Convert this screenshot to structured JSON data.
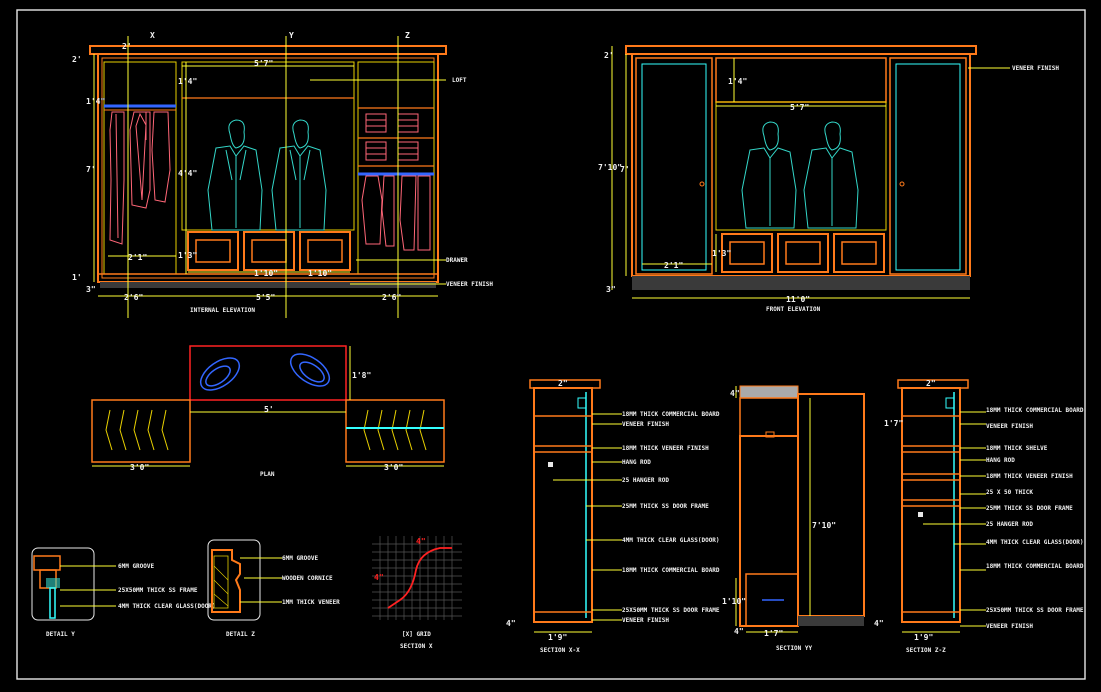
{
  "palette": {
    "background": "#000000",
    "frame": "#e8e8e8",
    "wood": "#ff7a1a",
    "dimension": "#ffff33",
    "suit": "#33d6c8",
    "glass": "#33ffff",
    "clothes": "#ff6677",
    "rod": "#3366ff",
    "plan_box": "#ff2222"
  },
  "left_elevation": {
    "title": "INTERNAL ELEVATION",
    "axis_x": "X",
    "axis_y": "Y",
    "axis_z": "Z",
    "labels": {
      "loft": "LOFT",
      "drawer": "DRAWER",
      "veneer": "VENEER FINISH"
    },
    "dims": {
      "top": "2'",
      "height_left": "7'",
      "cornice": "2'",
      "span_top": "5'7\"",
      "loft_height": "1'4\"",
      "mid_height": "4'4\"",
      "drawer_height": "1'3\"",
      "rod": "1'4\"",
      "hang_width": "2'1\"",
      "drawer_w1": "1'10\"",
      "drawer_w2": "1'10\"",
      "plinth": "1'",
      "base": "3\"",
      "bottom_left": "2'6\"",
      "bottom_mid": "5'5\"",
      "bottom_right": "2'6\""
    }
  },
  "front_elevation": {
    "title": "FRONT ELEVATION",
    "labels": {
      "veneer": "VENEER FINISH"
    },
    "dims": {
      "top": "2'",
      "total_height": "7'10\"",
      "height": "7'",
      "loft": "1'4\"",
      "span": "5'7\"",
      "drawer_height": "1'3\"",
      "shutter_w": "2'1\"",
      "base": "3\"",
      "total_width": "11'0\""
    }
  },
  "plan": {
    "title": "PLAN",
    "dims": {
      "depth": "1'8\"",
      "center": "5'",
      "left_w": "3'0\"",
      "right_w": "3'0\""
    }
  },
  "detail_y": {
    "title": "DETAIL Y",
    "labels": [
      "6MM GROOVE",
      "25X50MM THICK SS FRAME",
      "4MM THICK CLEAR GLASS(DOOR)"
    ]
  },
  "detail_z": {
    "title": "DETAIL Z",
    "labels": [
      "6MM GROOVE",
      "WOODEN CORNICE",
      "1MM THICK VENEER"
    ]
  },
  "section_x_detail": {
    "title": "SECTION X",
    "grid_note": "[X] GRID",
    "dims": {
      "a": "4\"",
      "b": "4\""
    }
  },
  "section_xx": {
    "title": "SECTION X-X",
    "labels": [
      "18MM THICK COMMERCIAL BOARD",
      "VENEER FINISH",
      "18MM THICK VENEER FINISH",
      "HANG ROD",
      "25 HANGER ROD",
      "25MM THICK SS DOOR FRAME",
      "4MM THICK CLEAR GLASS(DOOR)",
      "18MM THICK COMMERCIAL BOARD",
      "25X50MM THICK SS DOOR FRAME",
      "VENEER FINISH"
    ],
    "dims": {
      "top": "2\"",
      "bottom": "4\"",
      "width": "1'9\""
    }
  },
  "section_yy": {
    "title": "SECTION YY",
    "dims": {
      "top": "4\"",
      "height": "7'10\"",
      "drawer": "1'10\"",
      "base": "4\"",
      "width": "1'7\""
    }
  },
  "section_zz": {
    "title": "SECTION Z-Z",
    "labels": [
      "18MM THICK COMMERCIAL BOARD",
      "VENEER FINISH",
      "18MM THICK SHELVE",
      "HANG ROD",
      "18MM THICK VENEER FINISH",
      "25 X 50 THICK",
      "25MM THICK SS DOOR FRAME",
      "25 HANGER ROD",
      "4MM THICK CLEAR GLASS(DOOR)",
      "18MM THICK COMMERCIAL BOARD",
      "25X50MM THICK SS DOOR FRAME",
      "VENEER FINISH"
    ],
    "dims": {
      "top": "2\"",
      "upper": "1'7\"",
      "bottom": "4\"",
      "width": "1'9\""
    }
  }
}
